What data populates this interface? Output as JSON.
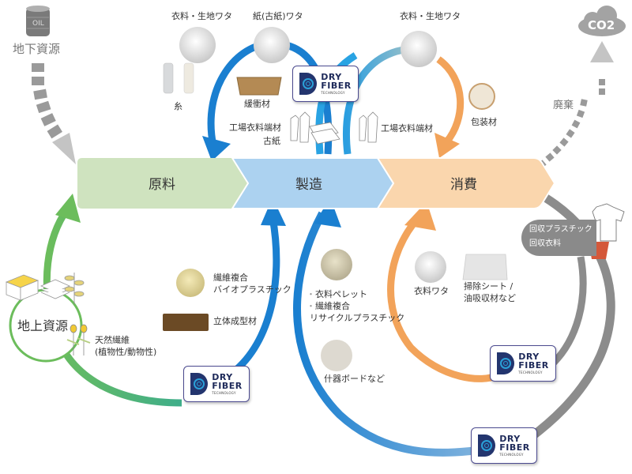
{
  "title": "DRY FIBER TECHNOLOGY 資源循環図",
  "brand": {
    "line1": "DRY",
    "line2": "FIBER",
    "line3": "TECHNOLOGY"
  },
  "stages": [
    {
      "label": "原料",
      "color": "#cfe3bf"
    },
    {
      "label": "製造",
      "color": "#acd2f0"
    },
    {
      "label": "消費",
      "color": "#fad6ad"
    }
  ],
  "sources": {
    "underground": {
      "label": "地下資源",
      "icon": "oil-drum-icon",
      "icon_text": "OIL"
    },
    "surface": {
      "label": "地上資源"
    },
    "co2": {
      "label": "CO2"
    },
    "disposal": {
      "label": "廃棄"
    }
  },
  "top_left_loop": {
    "items": [
      {
        "label": "衣料・生地ワタ"
      },
      {
        "label": "紙(古紙)ワタ"
      },
      {
        "label": "糸"
      },
      {
        "label": "緩衝材"
      }
    ],
    "inputs": [
      "工場衣料端材",
      "古紙"
    ]
  },
  "top_right_loop": {
    "items": [
      {
        "label": "衣料・生地ワタ"
      },
      {
        "label": "包装材"
      }
    ],
    "inputs": [
      "工場衣料端材"
    ]
  },
  "bottom_left_loop": {
    "natural_fiber": [
      "天然繊維",
      "(植物性/動物性)"
    ],
    "items": [
      {
        "label_lines": [
          "繊維複合",
          "バイオプラスチック"
        ]
      },
      {
        "label_lines": [
          "立体成型材"
        ]
      }
    ]
  },
  "bottom_center_loop": {
    "items": [
      {
        "bullets": [
          "衣料ペレット",
          "繊維複合"
        ],
        "extra": "リサイクルプラスチック"
      },
      {
        "label": "什器ボードなど"
      }
    ]
  },
  "bottom_right_loop": {
    "items": [
      {
        "label": "衣料ワタ"
      },
      {
        "label_lines": [
          "掃除シート /",
          "油吸収材など"
        ]
      }
    ]
  },
  "recovery": {
    "lines": [
      "回収プラスチック",
      "回収衣料"
    ]
  },
  "colors": {
    "blue": "#1a7fd0",
    "orange": "#f2a35a",
    "green": "#6cbd5c",
    "gray": "#8c8c8c",
    "logo_border": "#4b4a8f"
  }
}
